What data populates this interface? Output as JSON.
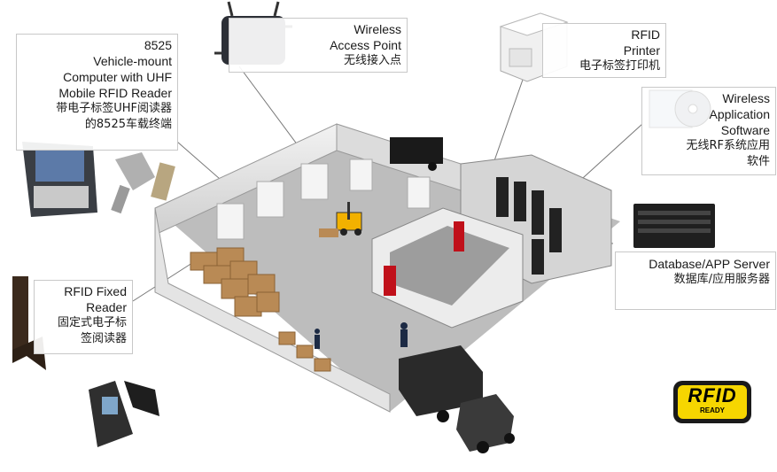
{
  "labels": {
    "vehicle_reader": {
      "line1": "8525",
      "line2": "Vehicle-mount",
      "line3": "Computer with UHF",
      "line4": "Mobile RFID Reader",
      "cn1": "带电子标签UHF阅读器",
      "cn2": "的8525车载终端"
    },
    "access_point": {
      "line1": "Wireless",
      "line2": "Access Point",
      "cn1": "无线接入点"
    },
    "printer": {
      "line1": "RFID",
      "line2": "Printer",
      "cn1": "电子标签打印机"
    },
    "software": {
      "line1": "Wireless",
      "line2": "Application",
      "line3": "Software",
      "cn1": "无线RF系统应用",
      "cn2": "软件"
    },
    "server": {
      "line1": "Database/APP Server",
      "cn1": "数据库/应用服务器"
    },
    "fixed_reader": {
      "line1": "RFID Fixed",
      "line2": "Reader",
      "cn1": "固定式电子标",
      "cn2": "签阅读器"
    }
  },
  "badge": {
    "main": "RFID",
    "sub": "READY"
  },
  "colors": {
    "accent": "#f6d600",
    "door": "#c0101a",
    "floor": "#b9b9b9",
    "wall": "#e8e8e8"
  },
  "icons": [
    "access-point-icon",
    "printer-icon",
    "cd-software-icon",
    "server-icon",
    "vehicle-terminal-icon",
    "handheld-reader-icon",
    "fixed-reader-icon",
    "truck-icon",
    "forklift-icon"
  ]
}
